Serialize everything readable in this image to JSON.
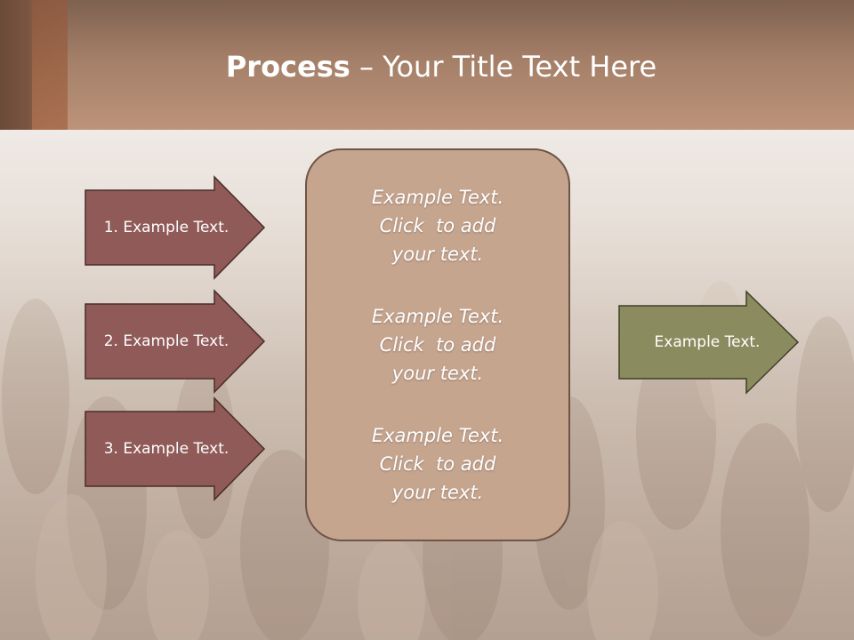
{
  "slide": {
    "title_bold": "Process",
    "title_dash": " – ",
    "title_rest": "Your Title Text Here"
  },
  "input_arrows": [
    {
      "label": "1. Example Text."
    },
    {
      "label": "2. Example Text."
    },
    {
      "label": "3. Example Text."
    }
  ],
  "center_panel": {
    "blocks": [
      {
        "line1": "Example Text.",
        "line2": "Click  to add",
        "line3": "your text."
      },
      {
        "line1": "Example Text.",
        "line2": "Click  to add",
        "line3": "your text."
      },
      {
        "line1": "Example Text.",
        "line2": "Click  to add",
        "line3": "your text."
      }
    ]
  },
  "output_arrow": {
    "label": "Example Text."
  },
  "colors": {
    "header": "#a47f68",
    "input_arrow_fill": "#8f5a58",
    "panel_fill": "#c6a58f",
    "output_arrow_fill": "#8a8b5e",
    "outline": "#4a2e2a"
  }
}
